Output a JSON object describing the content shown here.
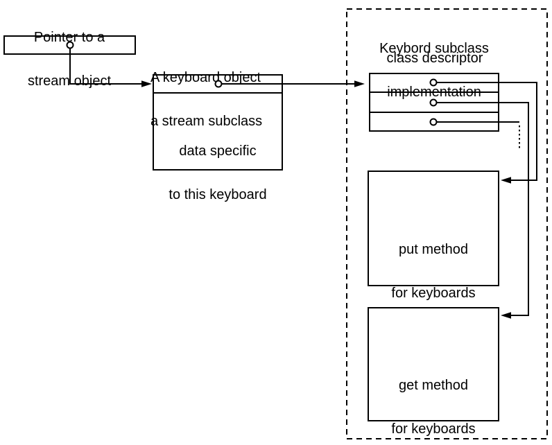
{
  "figure": {
    "background_color": "#ffffff",
    "line_color": "#000000"
  },
  "labels": {
    "pointer_box": {
      "lines": [
        "Pointer to a",
        "stream object"
      ]
    },
    "keyboard_object": {
      "lines": [
        "A keyboard object",
        "a stream subclass"
      ]
    },
    "keyboard_data": {
      "lines": [
        "data specific",
        "to this keyboard"
      ]
    },
    "implementation": {
      "lines": [
        "Keybord subclass",
        "implementation"
      ]
    },
    "class_descriptor": "class descriptor",
    "put_method": {
      "lines": [
        "put method",
        "for keyboards"
      ]
    },
    "get_method": {
      "lines": [
        "get method",
        "for keyboards"
      ]
    }
  }
}
